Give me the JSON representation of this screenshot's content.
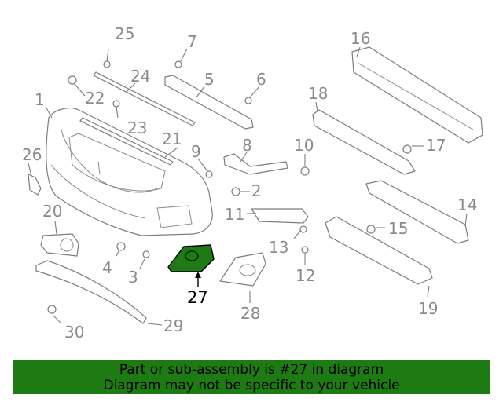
{
  "callouts": {
    "c1": "1",
    "c2": "2",
    "c3": "3",
    "c4": "4",
    "c5": "5",
    "c6": "6",
    "c7": "7",
    "c8": "8",
    "c9": "9",
    "c10": "10",
    "c11": "11",
    "c12": "12",
    "c13": "13",
    "c14": "14",
    "c15": "15",
    "c16": "16",
    "c17": "17",
    "c18": "18",
    "c19": "19",
    "c20": "20",
    "c21": "21",
    "c22": "22",
    "c23": "23",
    "c24": "24",
    "c25": "25",
    "c26": "26",
    "c27": "27",
    "c28": "28",
    "c29": "29",
    "c30": "30"
  },
  "highlight_color": "#1e7a12",
  "banner": {
    "line1": "Part or sub-assembly is #27 in diagram",
    "line2": "Diagram may not be specific to your vehicle"
  }
}
